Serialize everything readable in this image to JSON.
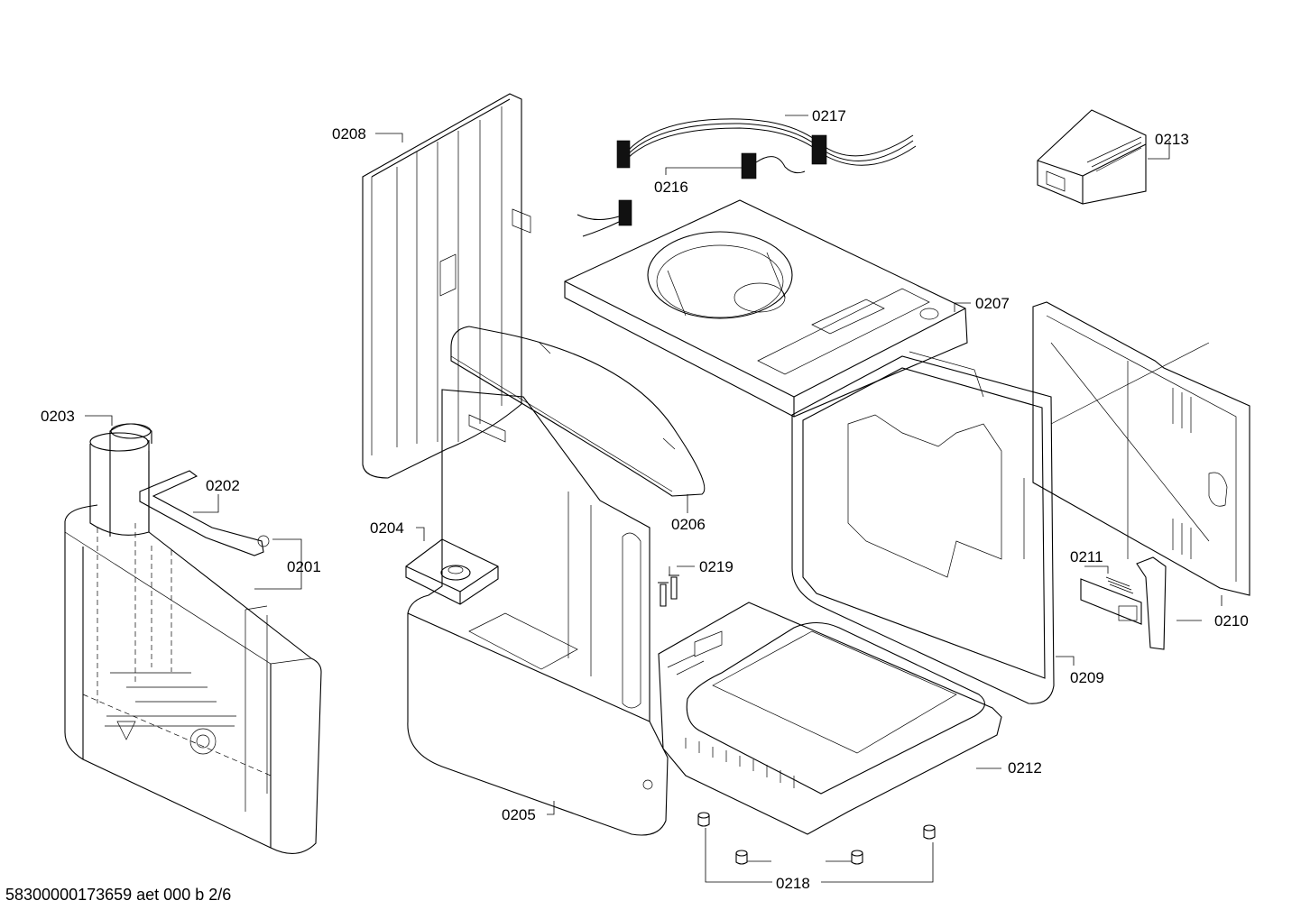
{
  "diagram": {
    "labels": {
      "p0201": "0201",
      "p0202": "0202",
      "p0203": "0203",
      "p0204": "0204",
      "p0205": "0205",
      "p0206": "0206",
      "p0207": "0207",
      "p0208": "0208",
      "p0209": "0209",
      "p0210": "0210",
      "p0211": "0211",
      "p0212": "0212",
      "p0213": "0213",
      "p0216": "0216",
      "p0217": "0217",
      "p0218": "0218",
      "p0219": "0219"
    },
    "footer": "58300000173659 aet 000 b 2/6"
  }
}
